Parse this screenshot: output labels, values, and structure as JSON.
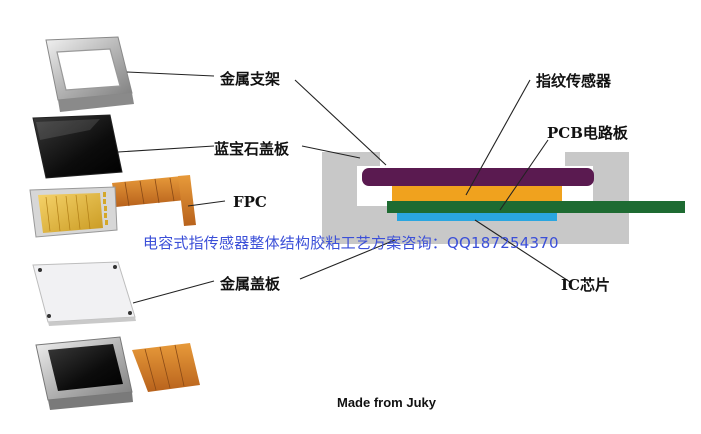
{
  "labels": {
    "metal_bracket": "金属支架",
    "sapphire_cover": "蓝宝石盖板",
    "fpc": "FPC",
    "metal_cover": "金属盖板",
    "fingerprint_sensor": "指纹传感器",
    "pcb_board": "PCB电路板",
    "ic_chip": "IC芯片"
  },
  "watermark": "电容式指传感器整体结构胶粘工艺方案咨询：QQ187254370",
  "credit": "Made from Juky",
  "colors": {
    "sensor_layer": "#5a1a50",
    "chip_layer": "#f0a21e",
    "pcb_layer": "#1e6b32",
    "ic_layer": "#2aa6e0",
    "bracket_gray": "#c8c8c8"
  }
}
